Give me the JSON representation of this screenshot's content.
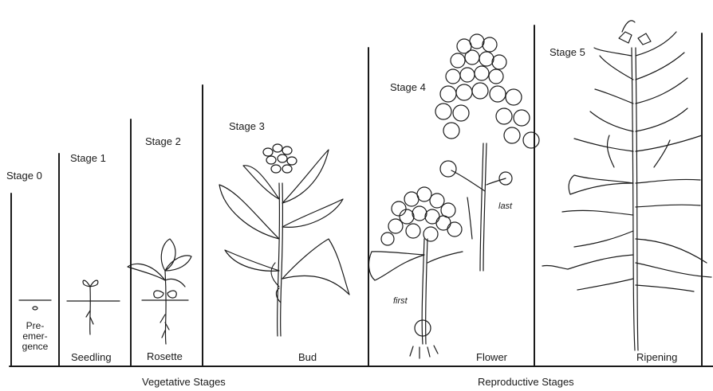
{
  "stages": [
    {
      "label": "Stage 0",
      "name_lines": [
        "Pre-",
        "emer-",
        "gence"
      ]
    },
    {
      "label": "Stage 1",
      "name": "Seedling"
    },
    {
      "label": "Stage 2",
      "name": "Rosette"
    },
    {
      "label": "Stage 3",
      "name": "Bud"
    },
    {
      "label": "Stage 4",
      "name": "Flower",
      "annotations": {
        "first": "first",
        "last": "last"
      }
    },
    {
      "label": "Stage 5",
      "name": "Ripening"
    }
  ],
  "groups": {
    "vegetative": "Vegetative Stages",
    "reproductive": "Reproductive Stages"
  },
  "colors": {
    "ink": "#1a1a1a",
    "background": "#ffffff"
  }
}
